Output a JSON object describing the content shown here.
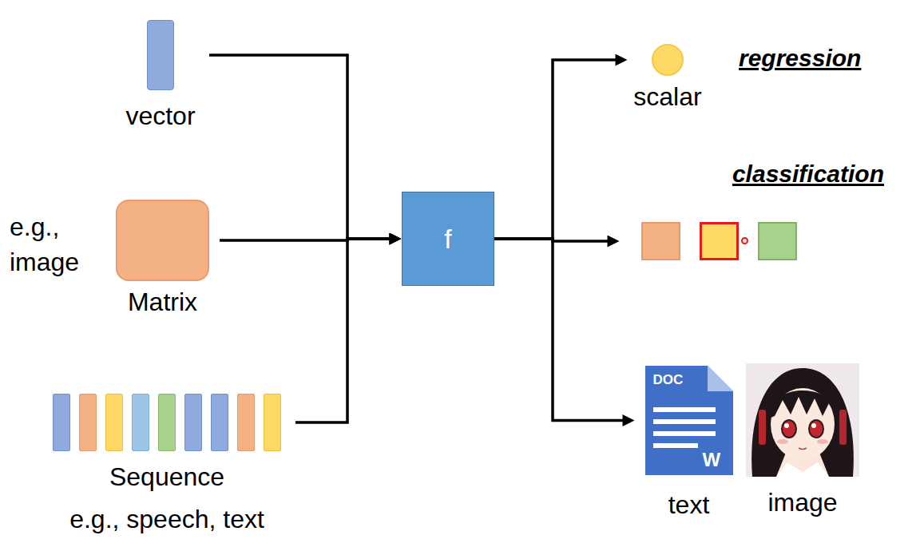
{
  "diagram": {
    "nodes": [
      {
        "text": [
          "vector"
        ]
      },
      {
        "text": [
          "e.g., image",
          "Matrix"
        ]
      },
      {
        "text": [
          "Sequence",
          "e.g., speech, text"
        ]
      },
      {
        "text": [
          "f"
        ]
      },
      {
        "text": [
          "scalar"
        ]
      },
      {
        "text": [
          "classification"
        ]
      },
      {
        "text": [
          "DOC",
          "W",
          "text"
        ]
      },
      {
        "text": [
          "image"
        ]
      }
    ],
    "edges": [
      {
        "from": 0,
        "to": 3,
        "arrow": "to"
      },
      {
        "from": 1,
        "to": 3,
        "arrow": "to"
      },
      {
        "from": 2,
        "to": 3,
        "arrow": "to"
      },
      {
        "from": 3,
        "to": 4,
        "arrow": "to"
      },
      {
        "from": 3,
        "to": 5,
        "arrow": "to"
      },
      {
        "from": 3,
        "to": 6,
        "arrow": "to"
      }
    ],
    "labels": [
      "regression"
    ]
  }
}
